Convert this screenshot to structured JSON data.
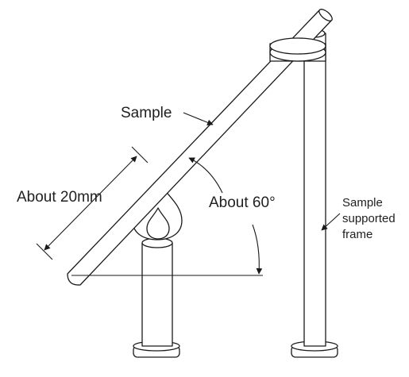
{
  "labels": {
    "sample": "Sample",
    "about_length": "About 20mm",
    "about_angle": "About 60°",
    "frame_line1": "Sample",
    "frame_line2": "supported",
    "frame_line3": "frame"
  }
}
